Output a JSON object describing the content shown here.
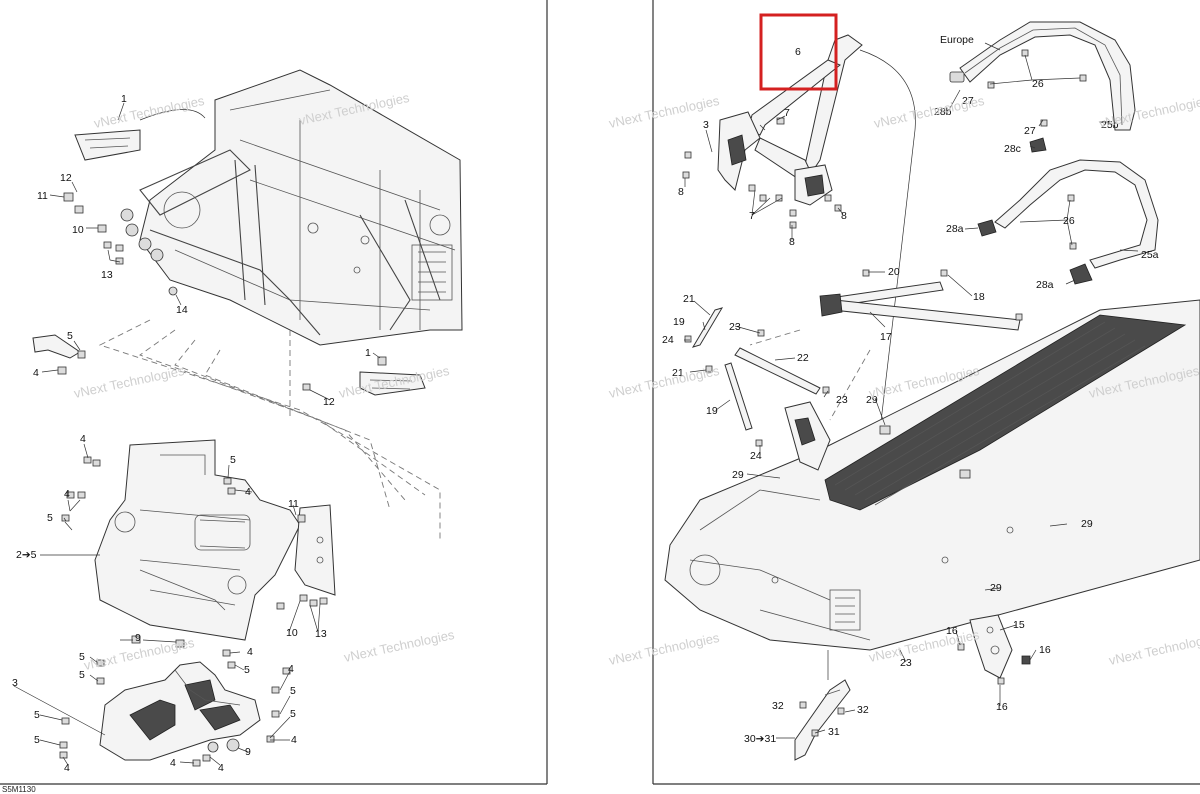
{
  "doc_code": "S5M1130",
  "watermark": "vNext Technologies",
  "callouts_left": {
    "c1a": "1",
    "c12a": "12",
    "c11a": "11",
    "c10a": "10",
    "c13a": "13",
    "c14": "14",
    "c5a": "5",
    "c4a": "4",
    "c1b": "1",
    "c12b": "12",
    "c4b": "4",
    "c5b": "5",
    "c4c": "4",
    "c4d": "4",
    "c5c": "5",
    "c25": "2➔5",
    "c11b": "11",
    "c10b": "10",
    "c13b": "13",
    "c9a": "9",
    "c5d": "5",
    "c5e": "5",
    "c4e": "4",
    "c5f": "5",
    "c5g": "5",
    "c4f": "4",
    "c3": "3",
    "c5h": "5",
    "c5i": "5",
    "c4g": "4",
    "c4h": "4",
    "c9b": "9",
    "c4i": "4",
    "c5j": "5",
    "c4j": "4",
    "c5k": "5"
  },
  "callouts_right": {
    "c6": "6",
    "c7a": "7",
    "c3r": "3",
    "c8a": "8",
    "c7b": "7",
    "c8b": "8",
    "c8c": "8",
    "europe": "Europe",
    "c26a": "26",
    "c27a": "27",
    "c28b": "28b",
    "c27b": "27",
    "c28c": "28c",
    "c25b": "25b",
    "c26b": "26",
    "c28a1": "28a",
    "c25a": "25a",
    "c28a2": "28a",
    "c20": "20",
    "c18": "18",
    "c17": "17",
    "c21a": "21",
    "c19a": "19",
    "c24a": "24",
    "c23a": "23",
    "c22": "22",
    "c21b": "21",
    "c19b": "19",
    "c23b": "23",
    "c29a": "29",
    "c24b": "24",
    "c29b": "29",
    "c29c": "29",
    "c29d": "29",
    "c15": "15",
    "c16a": "16",
    "c16b": "16",
    "c16c": "16",
    "c23c": "23",
    "c32a": "32",
    "c32b": "32",
    "c3031": "30➔31",
    "c31": "31"
  },
  "highlight": {
    "color": "#d42020",
    "label": "6"
  },
  "colors": {
    "line": "#333333",
    "watermark": "#cfcfcf",
    "accent": "#d42020"
  }
}
